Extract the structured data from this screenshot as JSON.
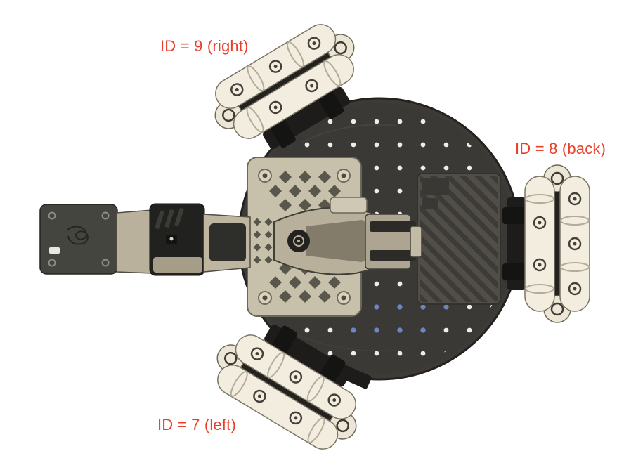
{
  "figure": {
    "title": "robot-top-view",
    "background_color": "#ffffff",
    "annotation_color": "#e8402c",
    "annotations": [
      {
        "wheel_id": 9,
        "side": "right",
        "text": "ID = 9 (right)"
      },
      {
        "wheel_id": 8,
        "side": "back",
        "text": "ID = 8 (back)"
      },
      {
        "wheel_id": 7,
        "side": "left",
        "text": "ID = 7 (left)"
      }
    ],
    "colors": {
      "chassis_plate": "#3e3b37",
      "plate_dots": "#efede8",
      "plate_dots_blue": "#6b86c4",
      "wheel_roller": "#f2edde",
      "wheel_mount": "#1d1c1a",
      "arm_body": "#c7c0ab",
      "vent_panel": "#514e48"
    }
  }
}
